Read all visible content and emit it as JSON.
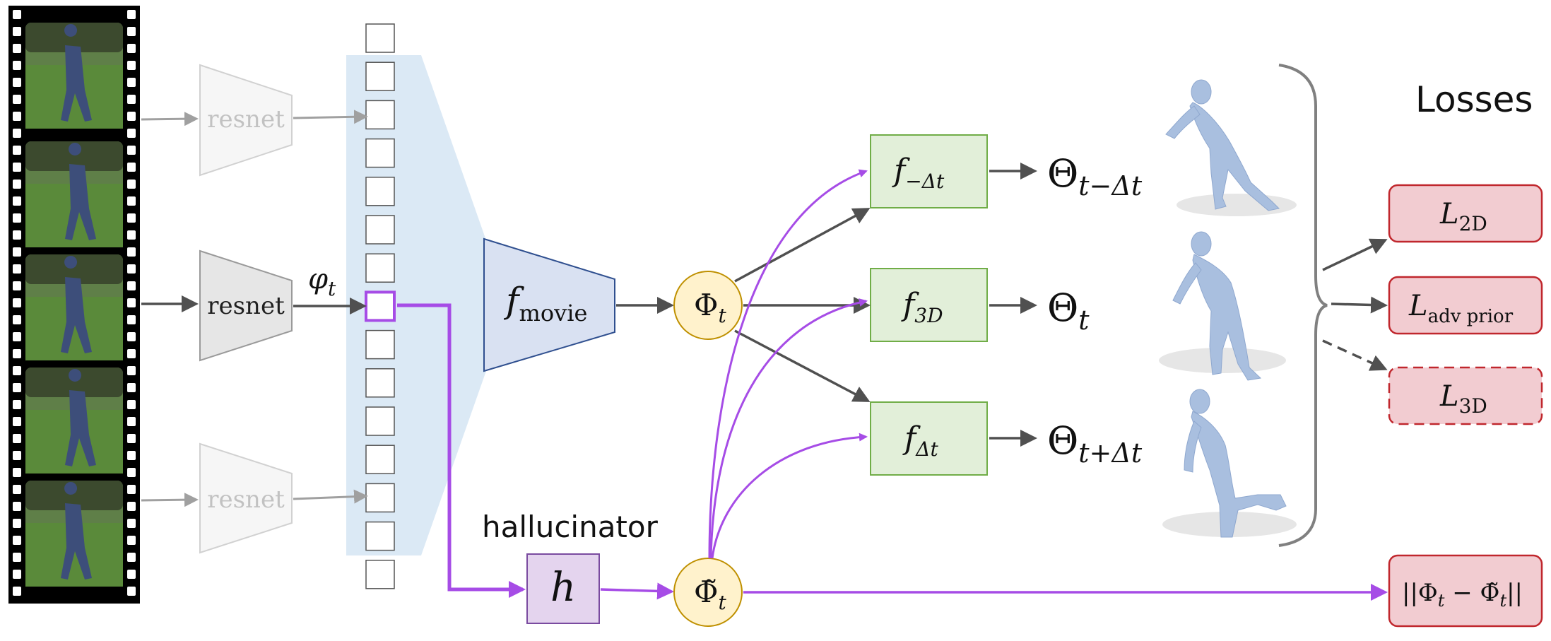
{
  "encoder": {
    "label": "resnet",
    "feature_label": "φ",
    "feature_sub": "t"
  },
  "feature_bank": {
    "cell_count": 15,
    "highlighted_index": 7
  },
  "temporal_encoder": {
    "label": "f",
    "sub": "movie"
  },
  "phi_node": {
    "label": "Φ",
    "sub": "t"
  },
  "phi_tilde_node": {
    "label": "Φ̃",
    "sub": "t"
  },
  "hallucinator": {
    "title": "hallucinator",
    "label": "h"
  },
  "predictors": [
    {
      "label": "f",
      "sub": "−Δt",
      "output": "Θ",
      "output_sub": "t−Δt"
    },
    {
      "label": "f",
      "sub": "3D",
      "output": "Θ",
      "output_sub": "t"
    },
    {
      "label": "f",
      "sub": "Δt",
      "output": "Θ",
      "output_sub": "t+Δt"
    }
  ],
  "losses": {
    "title": "Losses",
    "items": [
      {
        "label": "L",
        "sub": "2D",
        "dashed": false
      },
      {
        "label": "L",
        "sub": "adv prior",
        "dashed": false
      },
      {
        "label": "L",
        "sub": "3D",
        "dashed": true
      }
    ],
    "consistency": {
      "text": "||Φ",
      "sub1": "t",
      "mid": " − Φ̃",
      "sub2": "t",
      "end": "||"
    }
  },
  "colors": {
    "purple": "#a64ce6",
    "green_fill": "#e2efd9",
    "green_stroke": "#70ad47",
    "red_fill": "#f2ccd1",
    "red_stroke": "#c0272d",
    "yellow_fill": "#fff2cc",
    "yellow_stroke": "#bf9000",
    "blue_fill": "#d9e1f2",
    "blue_stroke": "#2f4f8f",
    "lavender_fill": "#e4d4ee",
    "lavender_stroke": "#7a4ba0",
    "band": "#dbe9f5",
    "dark_arrow": "#505050",
    "gray_arrow": "#a0a0a0"
  }
}
